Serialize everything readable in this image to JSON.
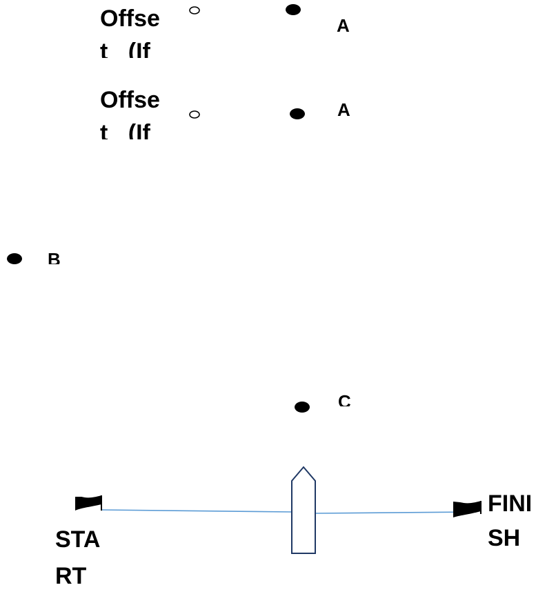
{
  "offset_labels": [
    {
      "line1": "Offse",
      "line2": "t (If"
    },
    {
      "line1": "Offse",
      "line2": "t (If"
    }
  ],
  "marks": {
    "a_upper": "A",
    "a_lower": "A",
    "b": "B",
    "c": "C"
  },
  "start": {
    "line1": "STA",
    "line2": "RT"
  },
  "finish": {
    "line1": "FINI",
    "line2": "SH"
  },
  "colors": {
    "line": "#5b9bd5",
    "boat": "#1f3864",
    "mark": "#000000"
  }
}
